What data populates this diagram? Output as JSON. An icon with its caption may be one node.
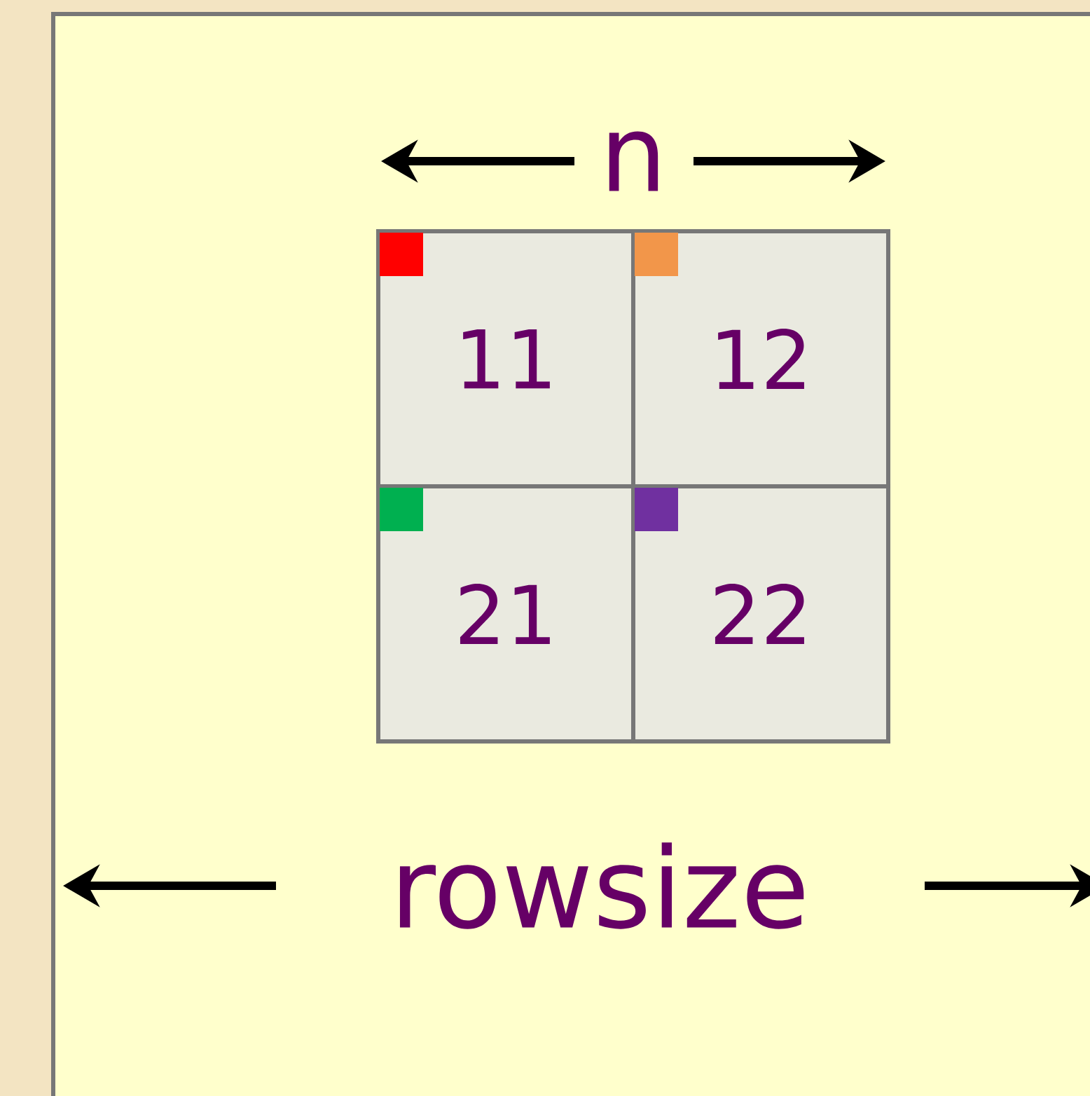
{
  "diagram": {
    "nodes": [
      {
        "text": [
          "11"
        ]
      },
      {
        "text": [
          "12"
        ]
      },
      {
        "text": [
          "21"
        ]
      },
      {
        "text": [
          "22"
        ]
      }
    ],
    "labels": [
      "n",
      "rowsize"
    ]
  }
}
